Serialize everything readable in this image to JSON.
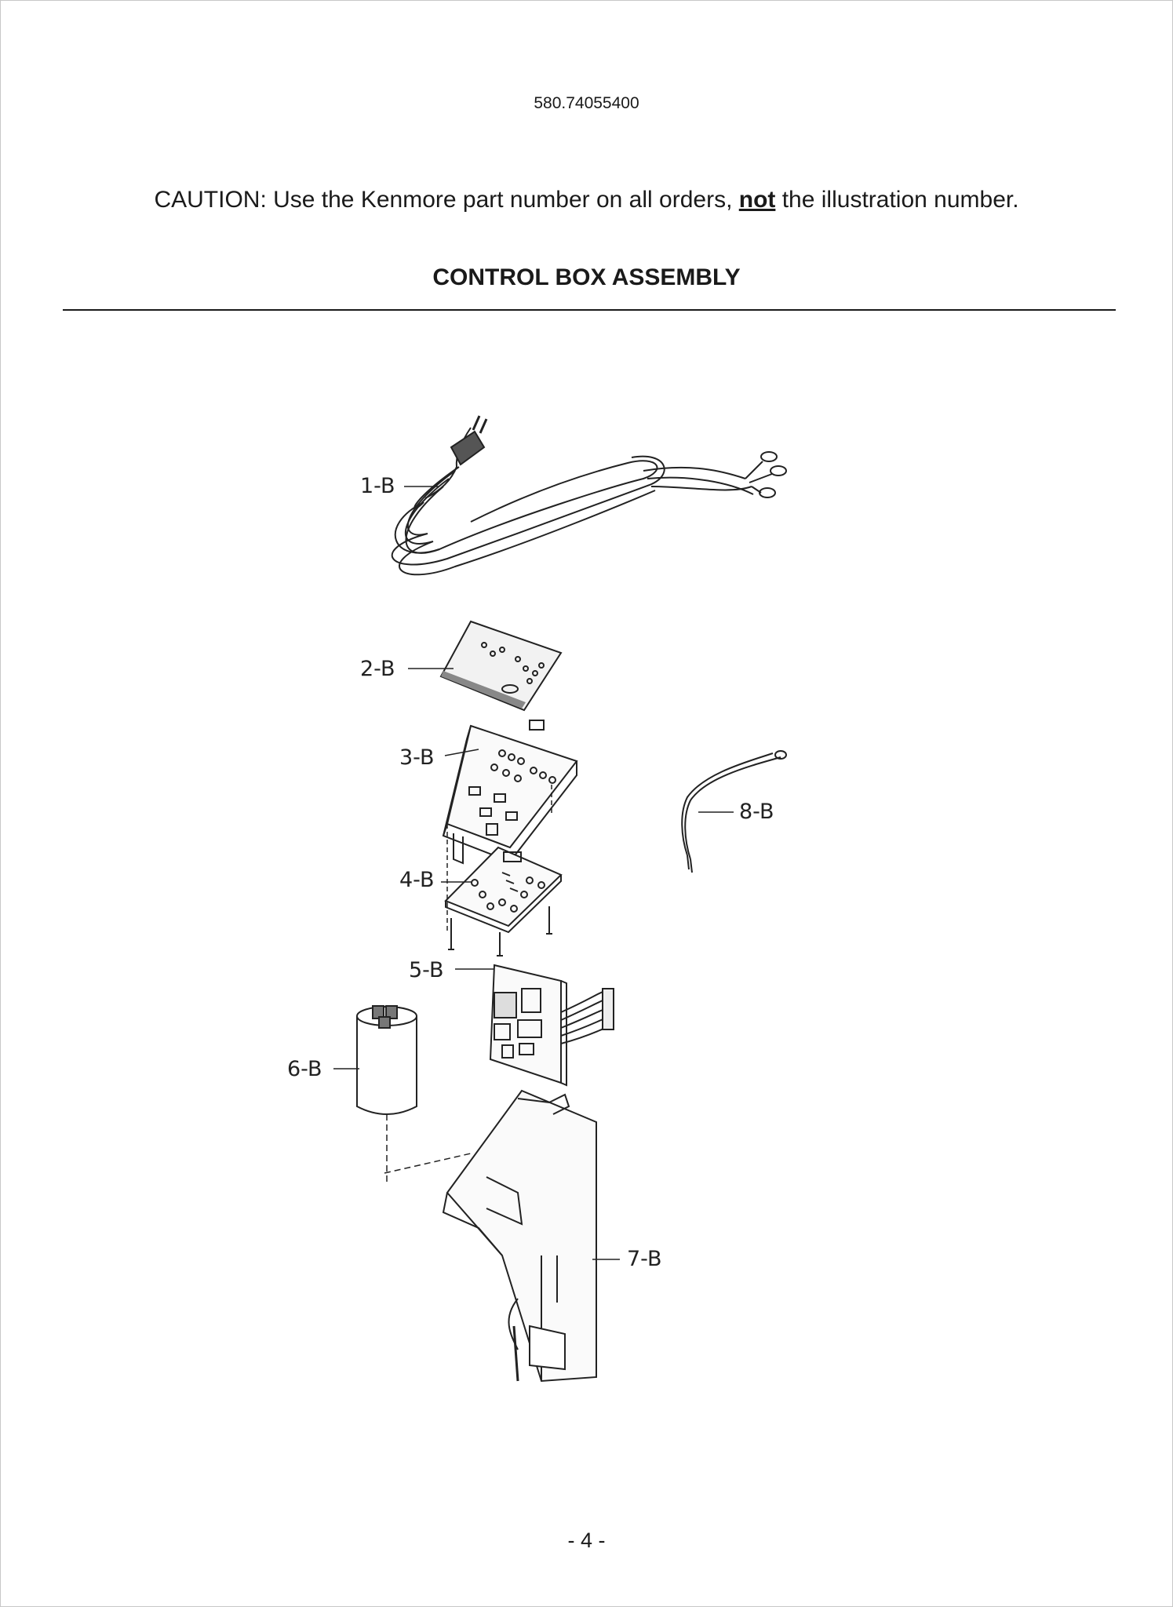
{
  "header": {
    "model_number": "580.74055400"
  },
  "caution": {
    "prefix": "CAUTION: Use the Kenmore part number on all orders, ",
    "emphasis": "not",
    "suffix": " the illustration number."
  },
  "section_title": "CONTROL BOX ASSEMBLY",
  "callouts": {
    "c1": "1-B",
    "c2": "2-B",
    "c3": "3-B",
    "c4": "4-B",
    "c5": "5-B",
    "c6": "6-B",
    "c7": "7-B",
    "c8": "8-B"
  },
  "footer": {
    "page_number": "- 4 -"
  }
}
